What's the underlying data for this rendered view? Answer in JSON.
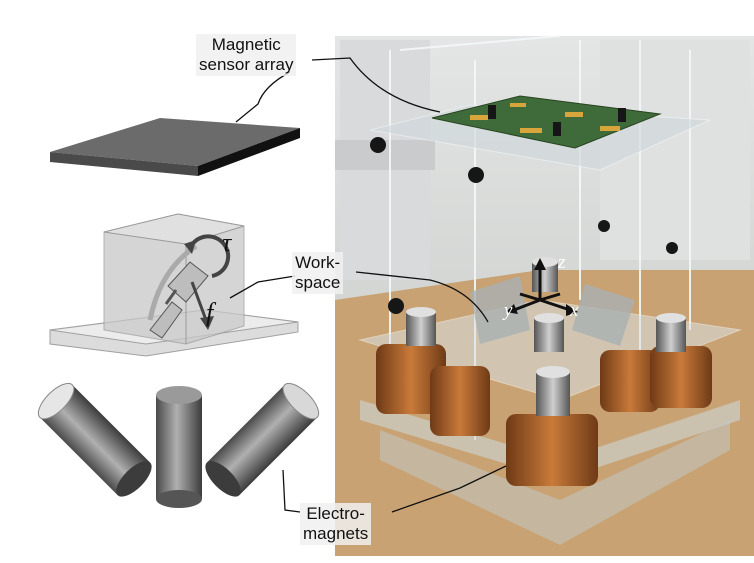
{
  "labels": {
    "sensor_line1": "Magnetic",
    "sensor_line2": "sensor array",
    "workspace_line1": "Work-",
    "workspace_line2": "space",
    "electro_line1": "Electro-",
    "electro_line2": "magnets"
  },
  "symbols": {
    "torque": "τ",
    "force": "f"
  },
  "axes": {
    "z": "z",
    "y": "y",
    "x": "x"
  },
  "colors": {
    "copper": "#b8692e",
    "pcb": "#3f6a3a",
    "plate_dark": "#5a5a5a",
    "acrylic": "#cfd8dc"
  }
}
